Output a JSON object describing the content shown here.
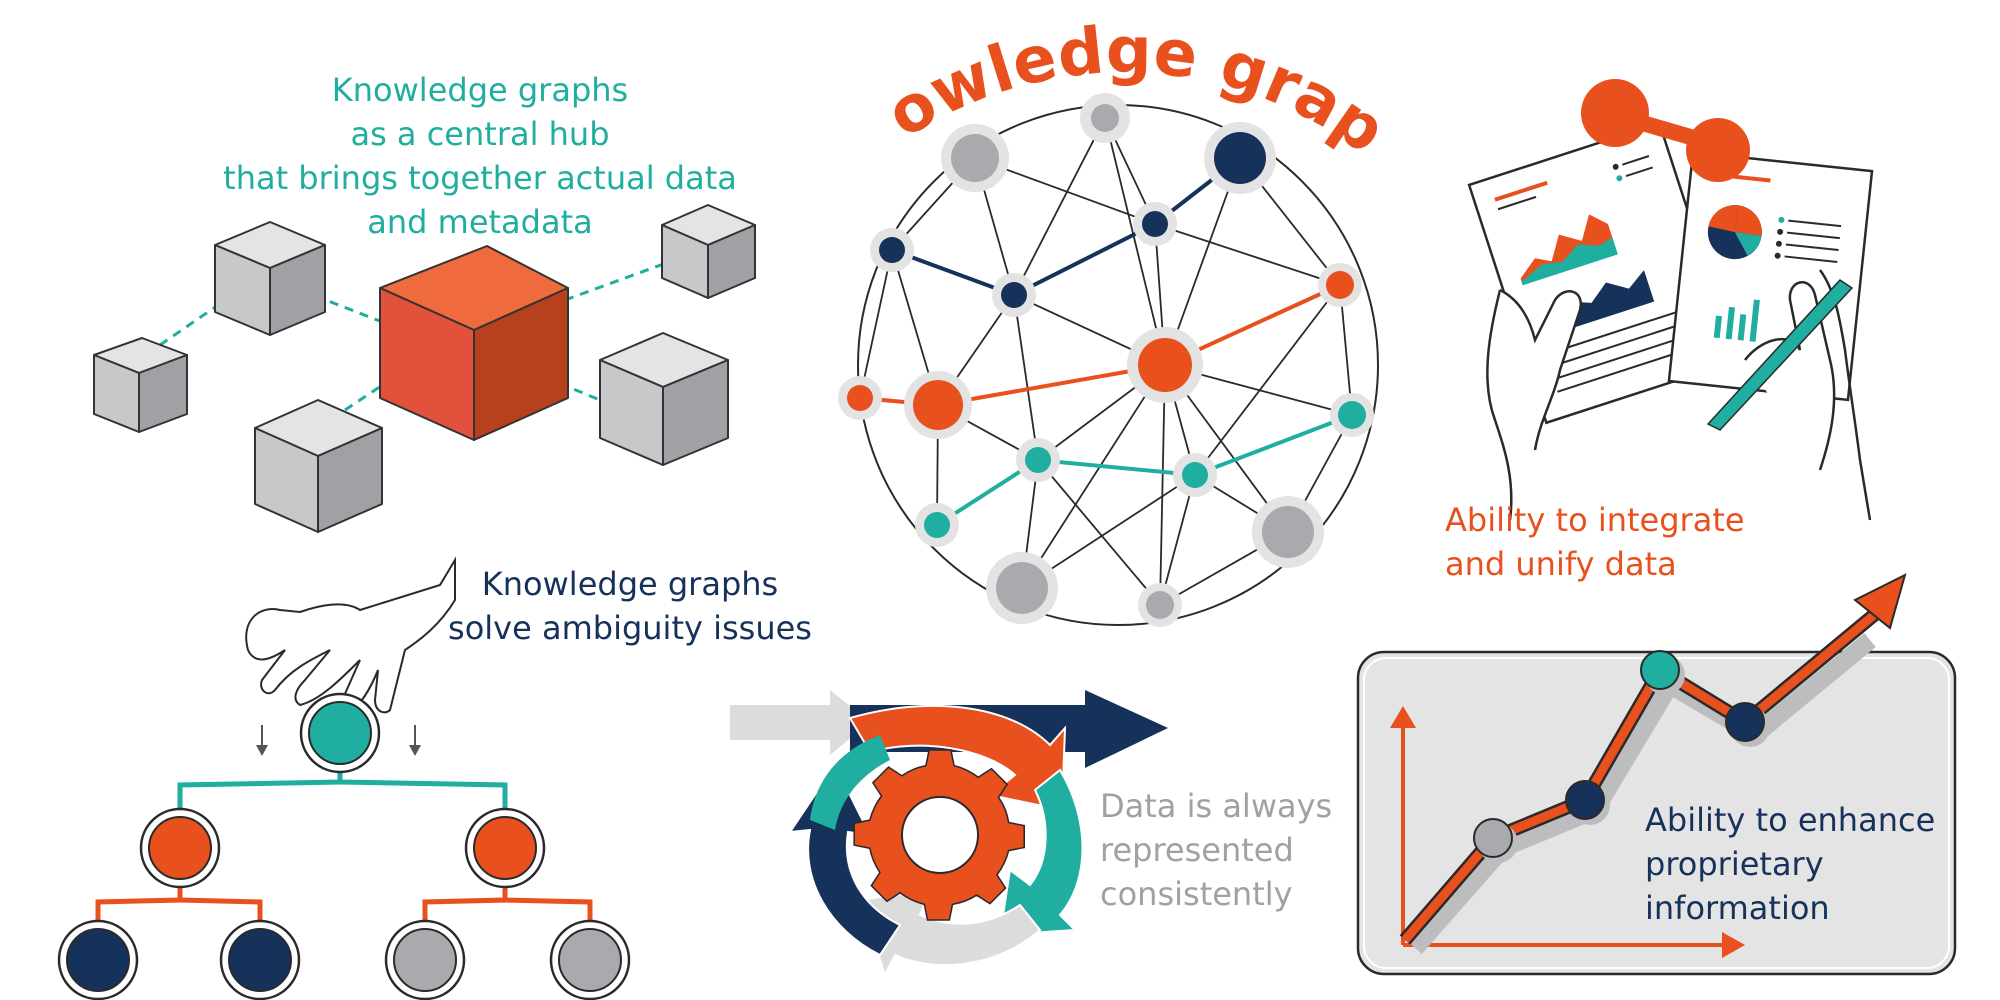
{
  "title": "Knowledge graphs",
  "captions": {
    "hub": [
      "Knowledge graphs",
      "as a central hub",
      "that brings together actual data",
      "and metadata"
    ],
    "ambiguity": [
      "Knowledge graphs",
      "solve ambiguity issues"
    ],
    "integrate": [
      "Ability to integrate",
      "and unify data"
    ],
    "consistent": [
      "Data is always",
      "represented",
      "consistently"
    ],
    "enhance": [
      "Ability to enhance",
      "proprietary",
      "information"
    ]
  },
  "colors": {
    "teal": "#1fae9f",
    "orange": "#e8501e",
    "navy": "#17325a",
    "grey": "#a9aaad",
    "light_grey": "#dcdcdc",
    "line": "#2a2a2a"
  },
  "icons": [
    "cube-icon",
    "network-graph-icon",
    "hands-holding-reports-icon",
    "hand-picking-node-icon",
    "hierarchy-tree-icon",
    "gear-cycle-icon",
    "growth-chart-icon"
  ]
}
